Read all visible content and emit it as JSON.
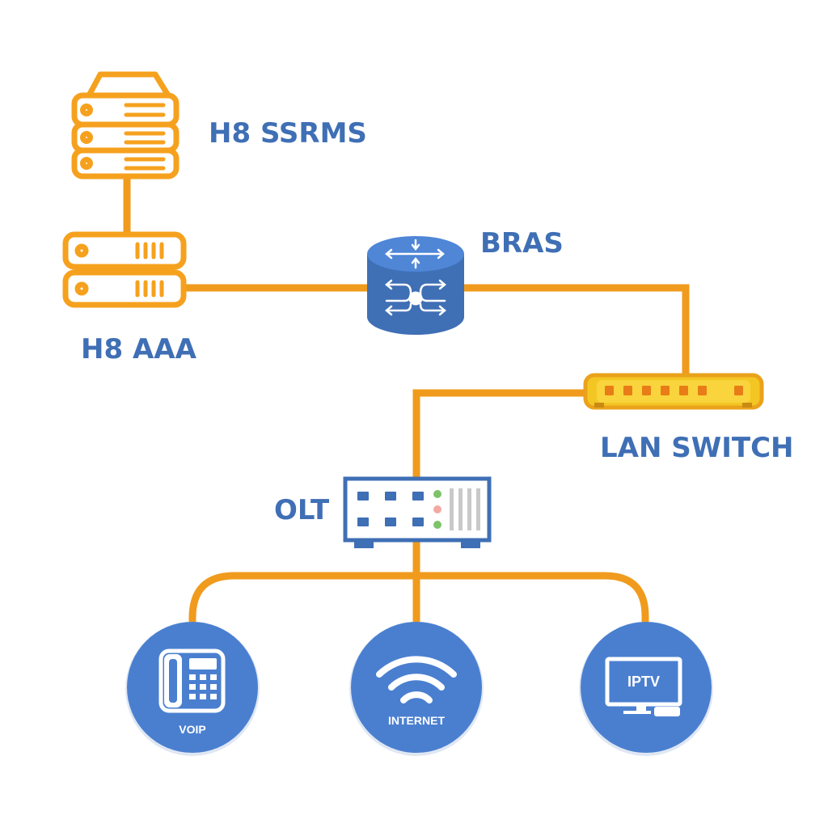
{
  "colors": {
    "line": "#f09b1d",
    "server": "#f6a11e",
    "blue": "#3f6fb5",
    "blue_light": "#4f86d6",
    "circle": "#4a7fd0"
  },
  "nodes": {
    "ssrms": {
      "label": "H8 SSRMS",
      "icon": "server-rack-icon"
    },
    "aaa": {
      "label": "H8 AAA",
      "icon": "server-unit-icon"
    },
    "bras": {
      "label": "BRAS",
      "icon": "router-icon"
    },
    "lan_switch": {
      "label": "LAN SWITCH",
      "icon": "switch-icon"
    },
    "olt": {
      "label": "OLT",
      "icon": "olt-icon"
    }
  },
  "services": [
    {
      "label": "VOIP",
      "icon": "phone-icon"
    },
    {
      "label": "INTERNET",
      "icon": "wifi-icon"
    },
    {
      "label": "IPTV",
      "icon": "tv-icon",
      "screen_text": "IPTV"
    }
  ]
}
